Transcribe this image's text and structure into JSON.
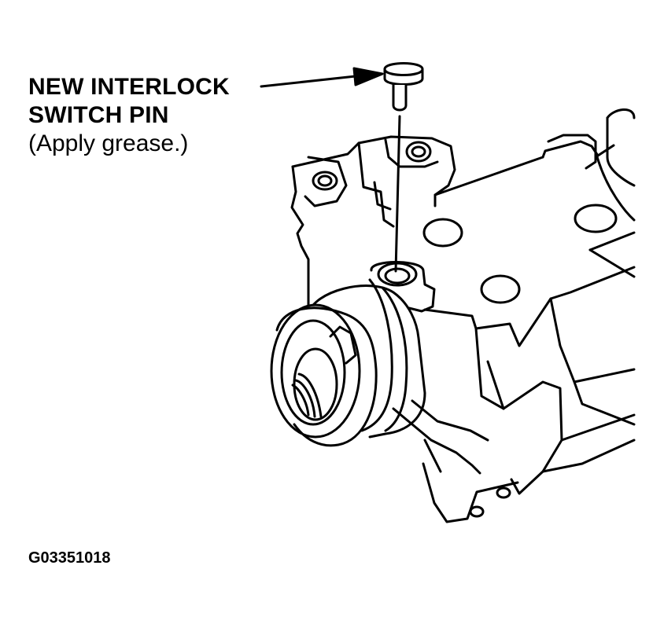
{
  "labels": {
    "part_name_line1": "NEW INTERLOCK",
    "part_name_line2": "SWITCH PIN",
    "instruction": "(Apply grease.)"
  },
  "figure_id": "G03351018"
}
